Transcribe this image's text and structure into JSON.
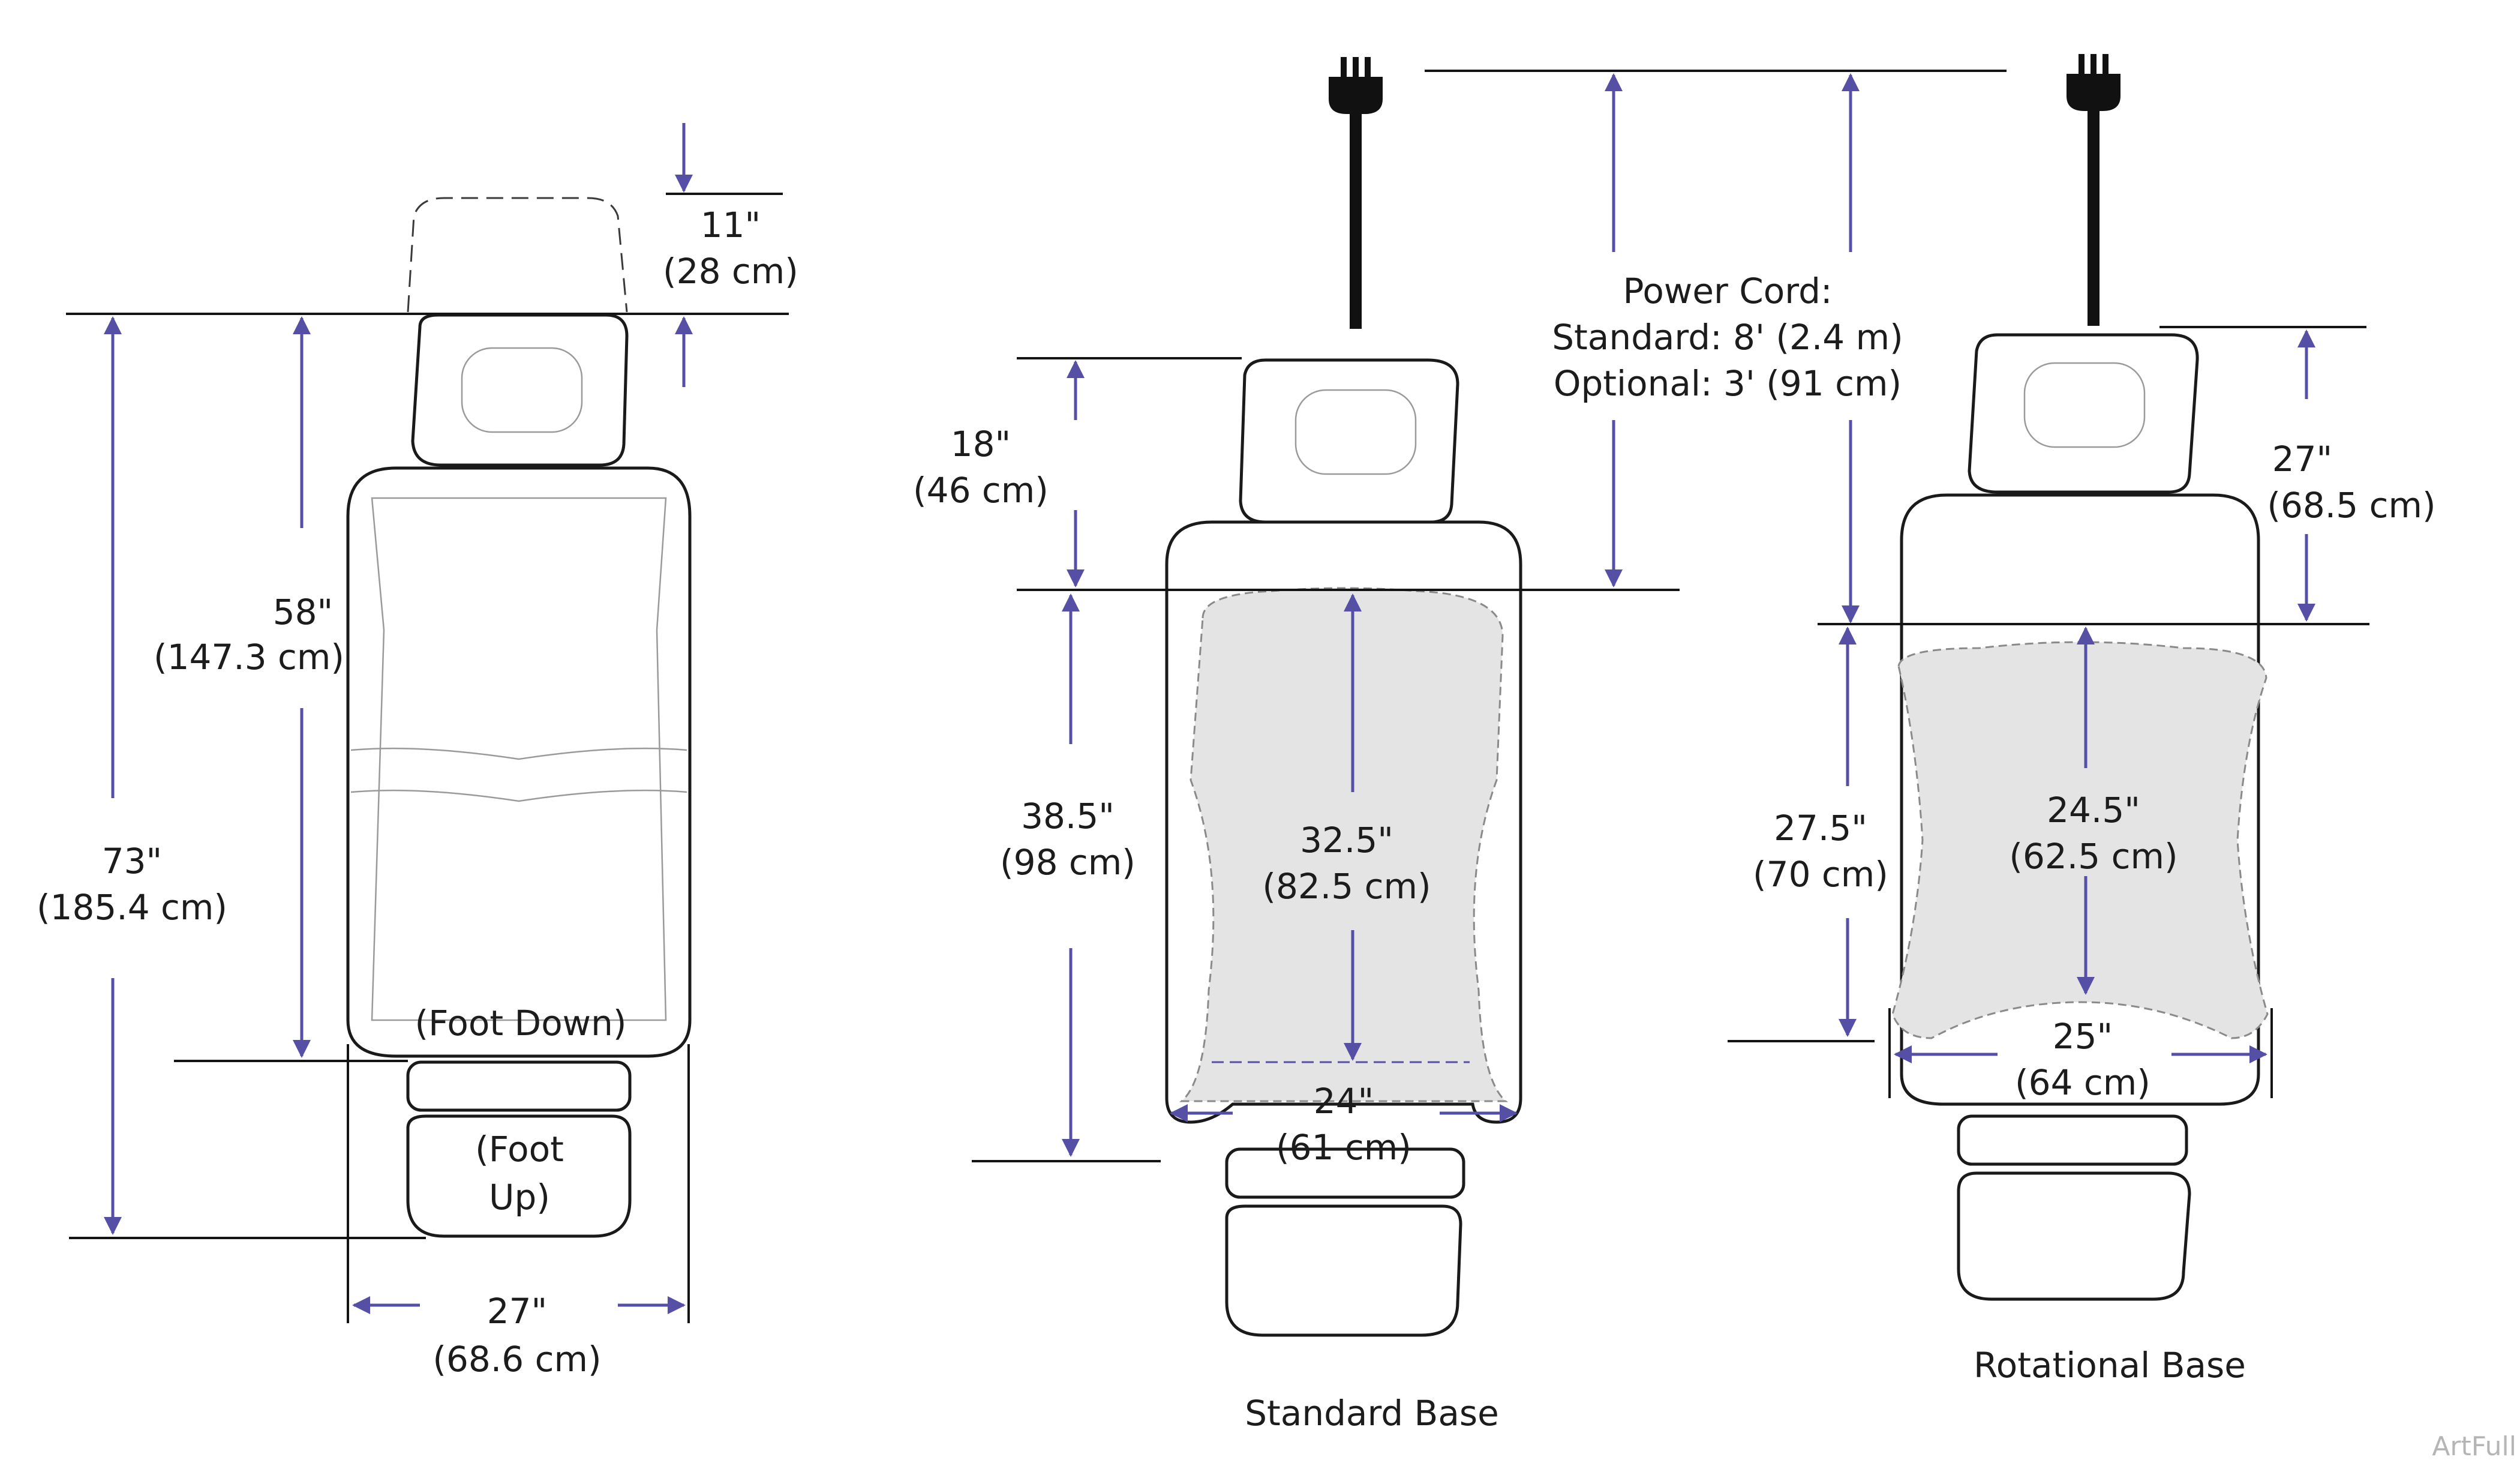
{
  "left_view": {
    "headrest_extension": {
      "imperial": "11\"",
      "metric": "(28 cm)"
    },
    "seat_length": {
      "imperial": "58\"",
      "metric": "(147.3 cm)"
    },
    "overall_length": {
      "imperial": "73\"",
      "metric": "(185.4 cm)"
    },
    "overall_width": {
      "imperial": "27\"",
      "metric": "(68.6 cm)"
    },
    "foot_down_label": "(Foot Down)",
    "foot_up_line1": "(Foot",
    "foot_up_line2": "Up)"
  },
  "standard_base": {
    "caption": "Standard Base",
    "top_to_pivot": {
      "imperial": "18\"",
      "metric": "(46 cm)"
    },
    "pivot_to_bottom": {
      "imperial": "38.5\"",
      "metric": "(98 cm)"
    },
    "base_length": {
      "imperial": "32.5\"",
      "metric": "(82.5 cm)"
    },
    "base_width": {
      "imperial": "24\"",
      "metric": "(61 cm)"
    }
  },
  "power_cord": {
    "title": "Power Cord:",
    "standard": "Standard: 8' (2.4 m)",
    "optional": "Optional: 3' (91 cm)"
  },
  "rotational_base": {
    "caption": "Rotational Base",
    "top_to_pivot": {
      "imperial": "27\"",
      "metric": "(68.5 cm)"
    },
    "pivot_to_bottom": {
      "imperial": "27.5\"",
      "metric": "(70 cm)"
    },
    "base_length": {
      "imperial": "24.5\"",
      "metric": "(62.5 cm)"
    },
    "base_width": {
      "imperial": "25\"",
      "metric": "(64 cm)"
    }
  },
  "watermark": "ArtFull",
  "colors": {
    "arrow": "#5550a6",
    "base_fill": "#e4e4e4",
    "outline": "#1a1a1a"
  }
}
